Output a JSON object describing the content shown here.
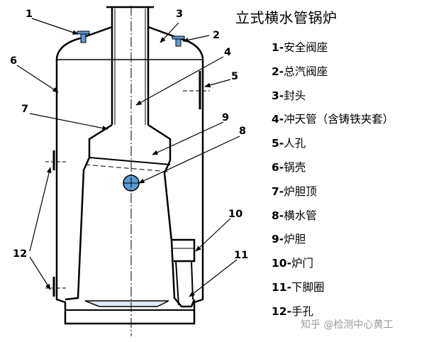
{
  "title": "立式横水管锅炉",
  "legend": [
    {
      "num": "1-",
      "text": "安全阀座"
    },
    {
      "num": "2-",
      "text": "总汽阀座"
    },
    {
      "num": "3-",
      "text": "封头"
    },
    {
      "num": "4-",
      "text": "冲天管（含铸铁夹套）"
    },
    {
      "num": "5-",
      "text": "人孔"
    },
    {
      "num": "6-",
      "text": "锅壳"
    },
    {
      "num": "7-",
      "text": "炉胆顶"
    },
    {
      "num": "8-",
      "text": "横水管"
    },
    {
      "num": "9-",
      "text": "炉胆"
    },
    {
      "num": "10-",
      "text": "炉门"
    },
    {
      "num": "11-",
      "text": "下脚圈"
    },
    {
      "num": "12-",
      "text": "手孔"
    }
  ],
  "callouts": {
    "c1": "1",
    "c2": "2",
    "c3": "3",
    "c4": "4",
    "c5": "5",
    "c6": "6",
    "c7": "7",
    "c8": "8",
    "c9": "9",
    "c10": "10",
    "c11": "11",
    "c12": "12"
  },
  "watermark": "知乎 @检测中心黄工",
  "colors": {
    "line": "#000000",
    "valve": "#5b9bd5",
    "water": "#dce9f5"
  }
}
